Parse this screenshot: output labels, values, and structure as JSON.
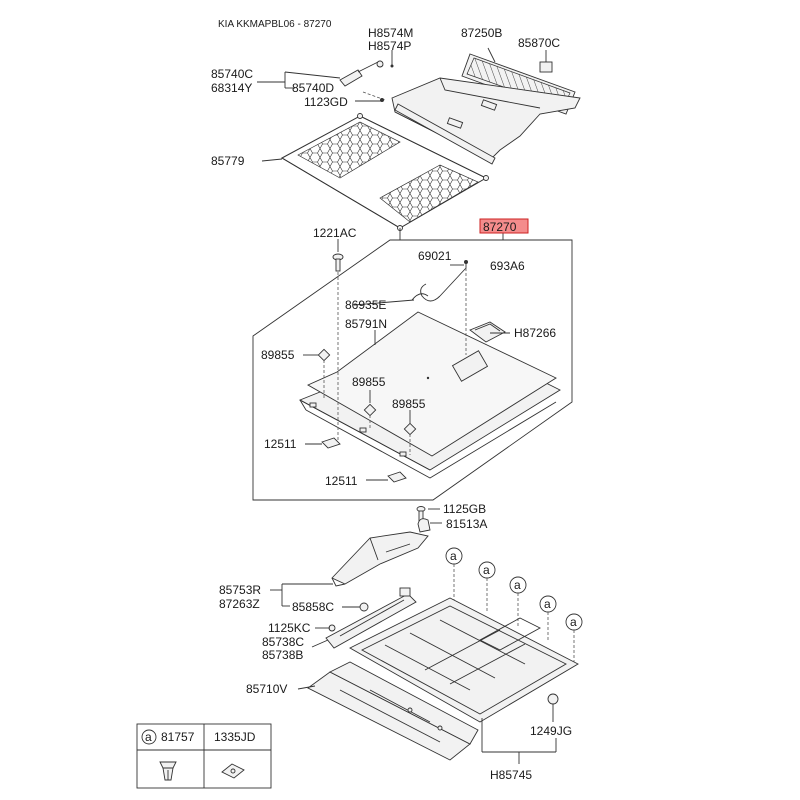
{
  "header": {
    "title": "KIA KKMAPBL06 - 87270"
  },
  "highlight": {
    "text": "87270",
    "fill": "#f48c8c",
    "stroke": "#cc2222"
  },
  "labels": {
    "h8574m": "H8574M",
    "h8574p": "H8574P",
    "p87250b": "87250B",
    "p85870c": "85870C",
    "p85740c": "85740C",
    "p68314y": "68314Y",
    "p85740d": "85740D",
    "p1123gd": "1123GD",
    "p85779": "85779",
    "p1221ac": "1221AC",
    "p69021": "69021",
    "p693a6": "693A6",
    "p86935e": "86935E",
    "p85791n": "85791N",
    "h87266": "H87266",
    "p89855_a": "89855",
    "p89855_b": "89855",
    "p89855_c": "89855",
    "p12511_a": "12511",
    "p12511_b": "12511",
    "p1125gb": "1125GB",
    "p81513a": "81513A",
    "p85753r": "85753R",
    "p87263z": "87263Z",
    "p85858c": "85858C",
    "p1125kc": "1125KC",
    "p85738c": "85738C",
    "p85738b": "85738B",
    "p85710v": "85710V",
    "p1249jg": "1249JG",
    "h85745": "H85745"
  },
  "callouts": {
    "a1": "a",
    "a2": "a",
    "a3": "a",
    "a4": "a",
    "a5": "a"
  },
  "legend": {
    "circle_letter": "a",
    "col1": "81757",
    "col2": "1335JD"
  }
}
